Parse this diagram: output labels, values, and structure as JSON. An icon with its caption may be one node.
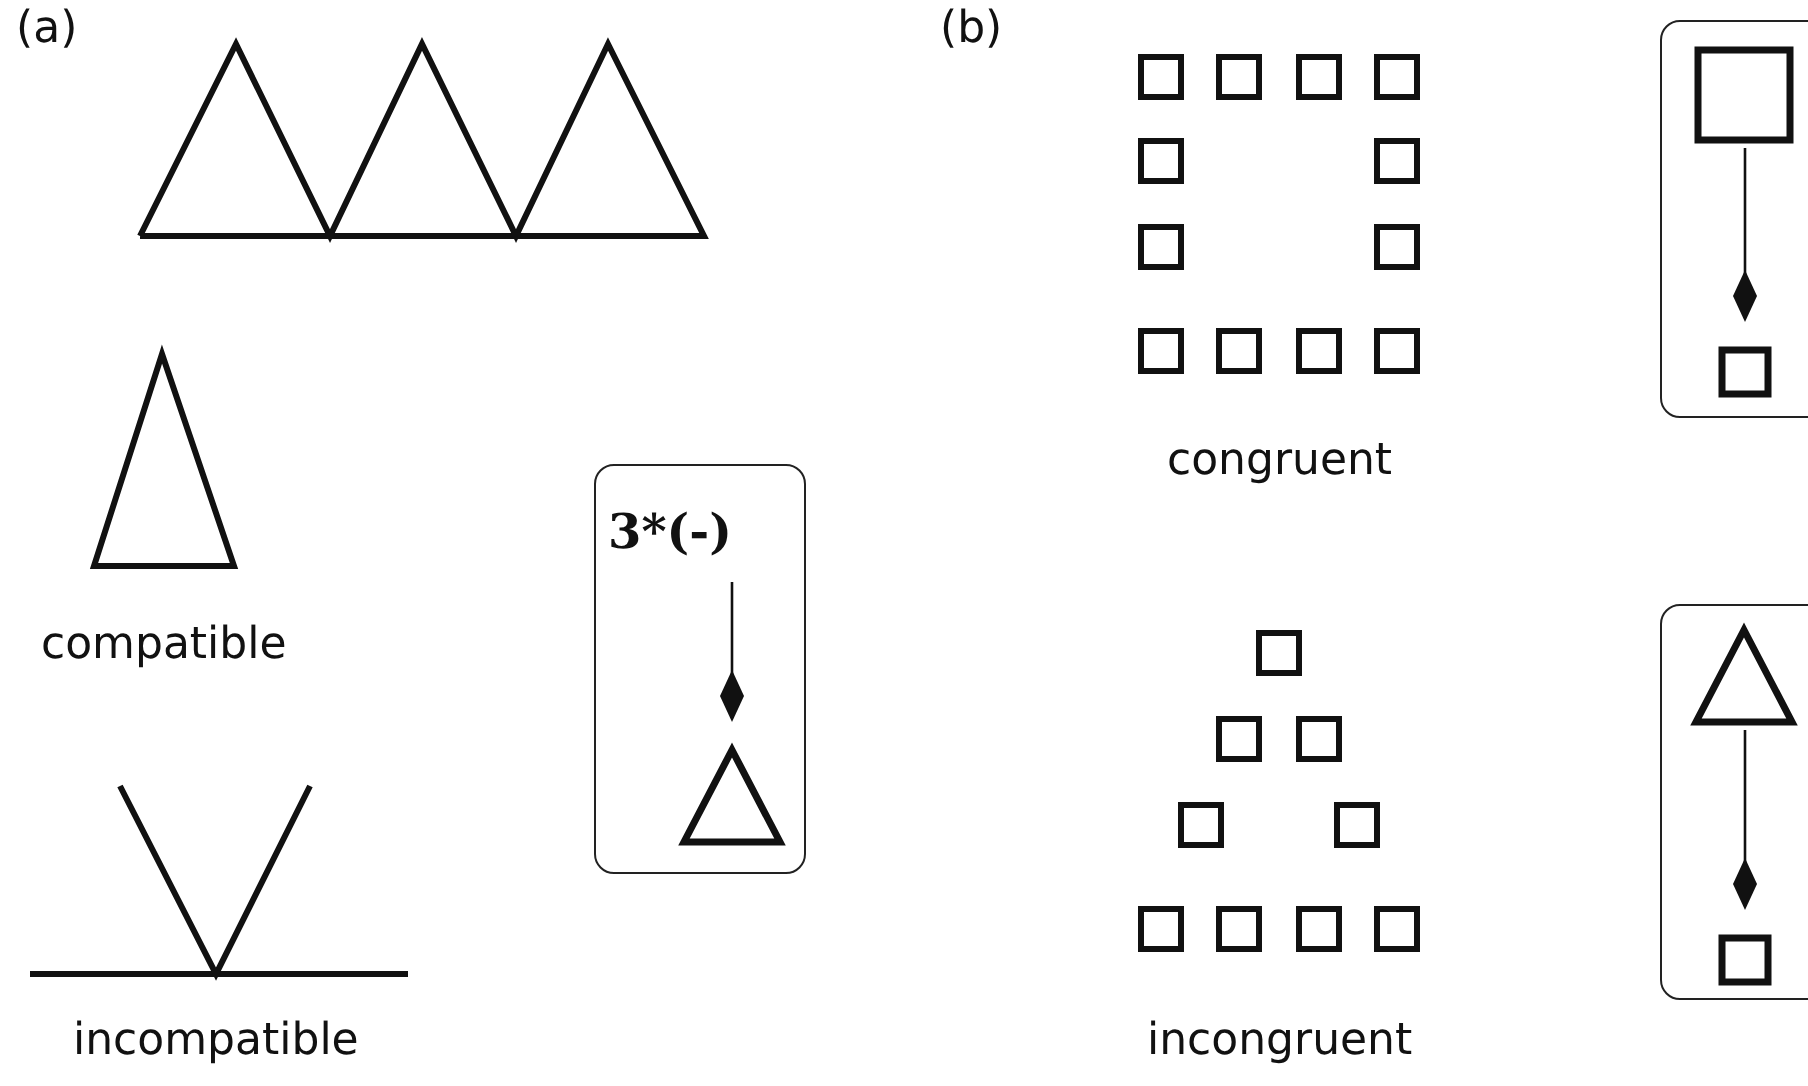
{
  "diagram": {
    "nodes": [
      {
        "text": [],
        "shape": "box"
      },
      {
        "text": [
          "3*(-)"
        ],
        "in": 0
      },
      {
        "text": [],
        "shape": "triangle",
        "in": 0
      },
      {
        "text": [],
        "shape": "box"
      },
      {
        "text": [],
        "shape": "square",
        "in": 3
      },
      {
        "text": [],
        "shape": "square",
        "in": 3
      },
      {
        "text": [],
        "shape": "box"
      },
      {
        "text": [],
        "shape": "triangle",
        "in": 6
      },
      {
        "text": [],
        "shape": "square",
        "in": 6
      }
    ],
    "edges": [
      {
        "from": 1,
        "to": 2,
        "arrow": "other"
      },
      {
        "from": 4,
        "to": 5,
        "arrow": "other"
      },
      {
        "from": 7,
        "to": 8,
        "arrow": "other"
      }
    ],
    "labels": [
      "(a)",
      "(b)",
      "compatible",
      "congruent",
      "incompatible",
      "incongruent"
    ]
  }
}
